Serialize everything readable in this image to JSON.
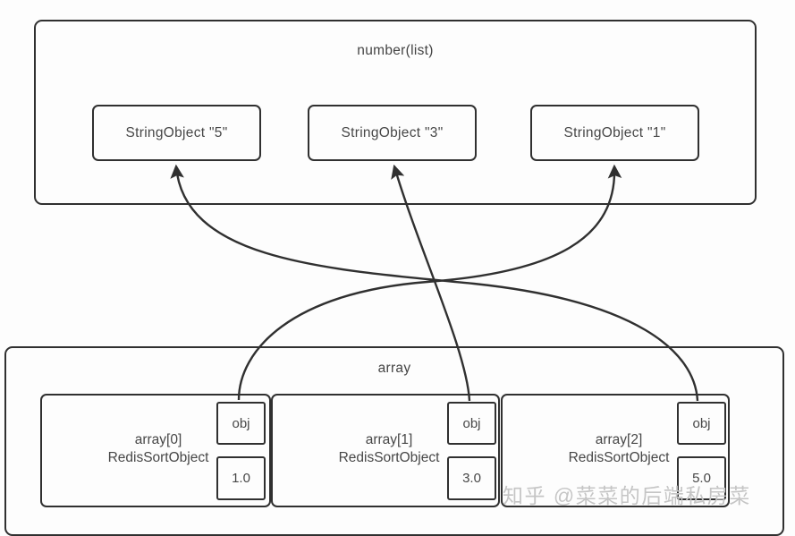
{
  "diagram": {
    "number_list": {
      "title": "number(list)",
      "string_objects": [
        {
          "label": "StringObject \"5\""
        },
        {
          "label": "StringObject \"3\""
        },
        {
          "label": "StringObject \"1\""
        }
      ]
    },
    "array_group": {
      "title": "array",
      "elements": [
        {
          "index_label": "array[0]",
          "type_label": "RedisSortObject",
          "pointer_label": "obj",
          "score": "1.0"
        },
        {
          "index_label": "array[1]",
          "type_label": "RedisSortObject",
          "pointer_label": "obj",
          "score": "3.0"
        },
        {
          "index_label": "array[2]",
          "type_label": "RedisSortObject",
          "pointer_label": "obj",
          "score": "5.0"
        }
      ]
    },
    "arrows": [
      {
        "from": "array[0].obj",
        "to": "StringObject \"1\""
      },
      {
        "from": "array[1].obj",
        "to": "StringObject \"3\""
      },
      {
        "from": "array[2].obj",
        "to": "StringObject \"5\""
      }
    ],
    "watermark": "知乎 @菜菜的后端私房菜",
    "colors": {
      "line": "#303030",
      "text": "#474747",
      "watermark": "#c5c5c5",
      "background": "#fdfdfd"
    }
  }
}
